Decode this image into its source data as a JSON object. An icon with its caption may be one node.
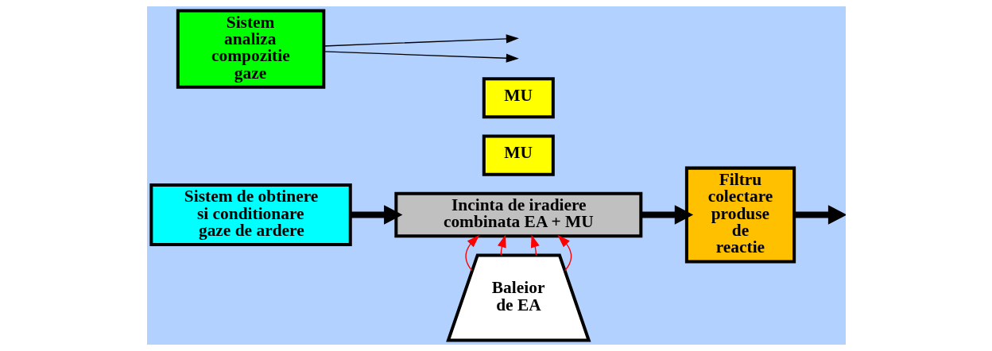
{
  "diagram": {
    "nodes": [
      {
        "text": [
          "Sistem de obtinere si conditionare gaze de ardere"
        ]
      },
      {
        "text": [
          "Baleior de EA"
        ]
      },
      {
        "text": [
          "MU"
        ]
      },
      {
        "text": [
          "MU"
        ]
      },
      {
        "text": [
          "Incinta de iradiere combinata EA + MU"
        ]
      },
      {
        "text": [
          "Sistem analiza compozitie gaze"
        ]
      },
      {
        "text": [
          "Filtru colectare produse de reactie"
        ]
      }
    ],
    "edges": [
      {
        "from": 0,
        "to": 4,
        "arrow": "to",
        "style": "thick"
      },
      {
        "from": 1,
        "to": 4,
        "arrow": "to",
        "color": "#ff0000"
      },
      {
        "from": 1,
        "to": 4,
        "arrow": "to",
        "color": "#ff0000"
      },
      {
        "from": 1,
        "to": 4,
        "arrow": "to",
        "color": "#ff0000"
      },
      {
        "from": 1,
        "to": 4,
        "arrow": "to",
        "color": "#ff0000"
      },
      {
        "from": 4,
        "to": 6,
        "arrow": "to",
        "style": "thick"
      },
      {
        "from": 6,
        "to": null,
        "arrow": "to",
        "style": "thick"
      },
      {
        "from": 5,
        "to": null,
        "arrow": "to"
      },
      {
        "from": 5,
        "to": null,
        "arrow": "to"
      }
    ]
  }
}
